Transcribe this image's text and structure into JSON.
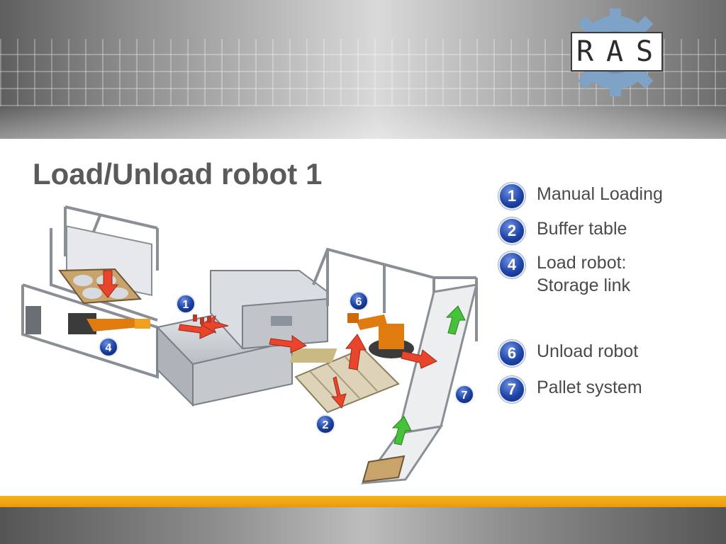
{
  "brand": {
    "logo_text": "RAS",
    "letters": [
      "R",
      "A",
      "S"
    ],
    "gear_color": "#7fa2c7"
  },
  "slide": {
    "title": "Load/Unload robot 1"
  },
  "legend": [
    {
      "number": "1",
      "label": "Manual Loading"
    },
    {
      "number": "2",
      "label": "Buffer table"
    },
    {
      "number": "4",
      "label": "Load robot:\nStorage link"
    },
    {
      "number": "6",
      "label": "Unload robot"
    },
    {
      "number": "7",
      "label": "Pallet system"
    }
  ],
  "diagram": {
    "markers": [
      "1",
      "2",
      "4",
      "6",
      "7"
    ],
    "colors": {
      "flow_arrow": "#e8452c",
      "pallet_arrow": "#46c23a",
      "robot": "#e07b10",
      "frame": "#8a8f95",
      "marker": "#1f45a8"
    }
  },
  "colors": {
    "accent_orange": "#f0a814",
    "title": "#5a5a5a",
    "legend_badge": "#1f45a8"
  }
}
